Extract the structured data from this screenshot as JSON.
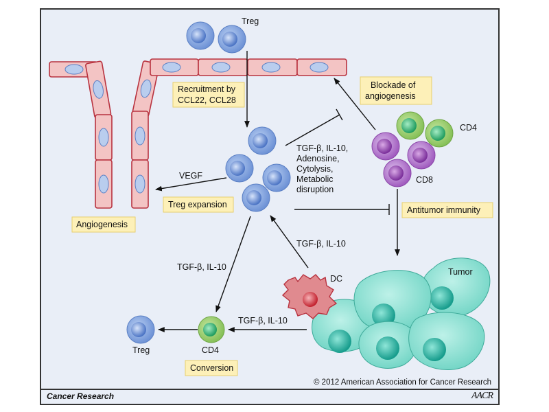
{
  "labels": {
    "treg_top": "Treg",
    "recruitment_line1": "Recruitment by",
    "recruitment_line2": "CCL22, CCL28",
    "blockade_line1": "Blockade of",
    "blockade_line2": "angiogenesis",
    "cd4_top": "CD4",
    "cd8": "CD8",
    "suppress_line1": "TGF-β, IL-10,",
    "suppress_line2": "Adenosine,",
    "suppress_line3": "Cytolysis,",
    "suppress_line4": "Metabolic",
    "suppress_line5": "disruption",
    "vegf": "VEGF",
    "treg_expansion": "Treg expansion",
    "angiogenesis": "Angiogenesis",
    "antitumor_immunity": "Antitumor immunity",
    "dc_signal": "TGF-β, IL-10",
    "conversion_signal_left": "TGF-β, IL-10",
    "conversion_signal_bottom": "TGF-β, IL-10",
    "dc": "DC",
    "tumor": "Tumor",
    "treg_bottom": "Treg",
    "cd4_bottom": "CD4",
    "conversion": "Conversion",
    "copyright": "© 2012 American Association for Cancer Research"
  },
  "footer": {
    "journal": "Cancer Research",
    "logo": "AACR"
  },
  "colors": {
    "background": "#e9eef7",
    "treg": "#6f93d6",
    "cd4": "#8cc45a",
    "cd8": "#a15cbf",
    "dc": "#d9646b",
    "tumor": "#6fd4c4",
    "vessel": "#f3c4c4",
    "label_box": "#fdf0b8"
  }
}
